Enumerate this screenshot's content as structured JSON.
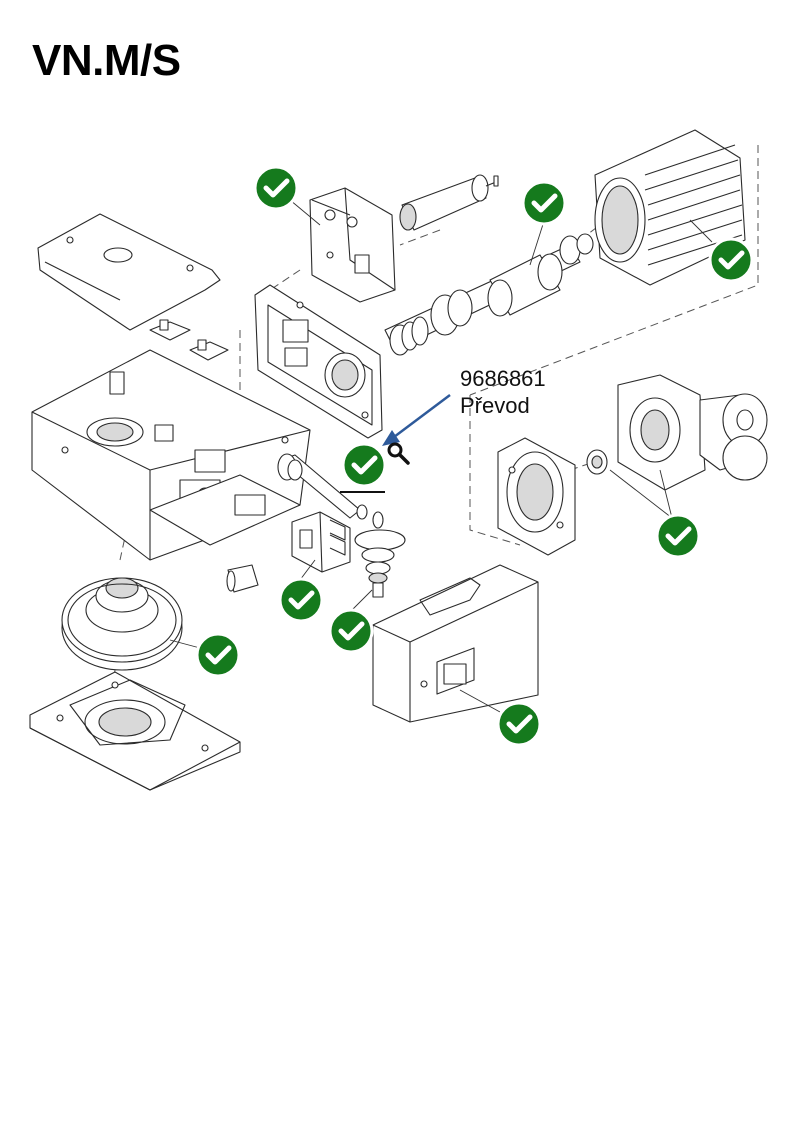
{
  "title": "VN.M/S",
  "callout": {
    "part_number": "9686861",
    "part_name": "Převod"
  },
  "colors": {
    "check_badge": "#157a1d",
    "callout_arrow": "#2e5a9a"
  },
  "icons": {
    "available_badge": "check-circle-icon",
    "zoom": "magnifier-icon"
  }
}
